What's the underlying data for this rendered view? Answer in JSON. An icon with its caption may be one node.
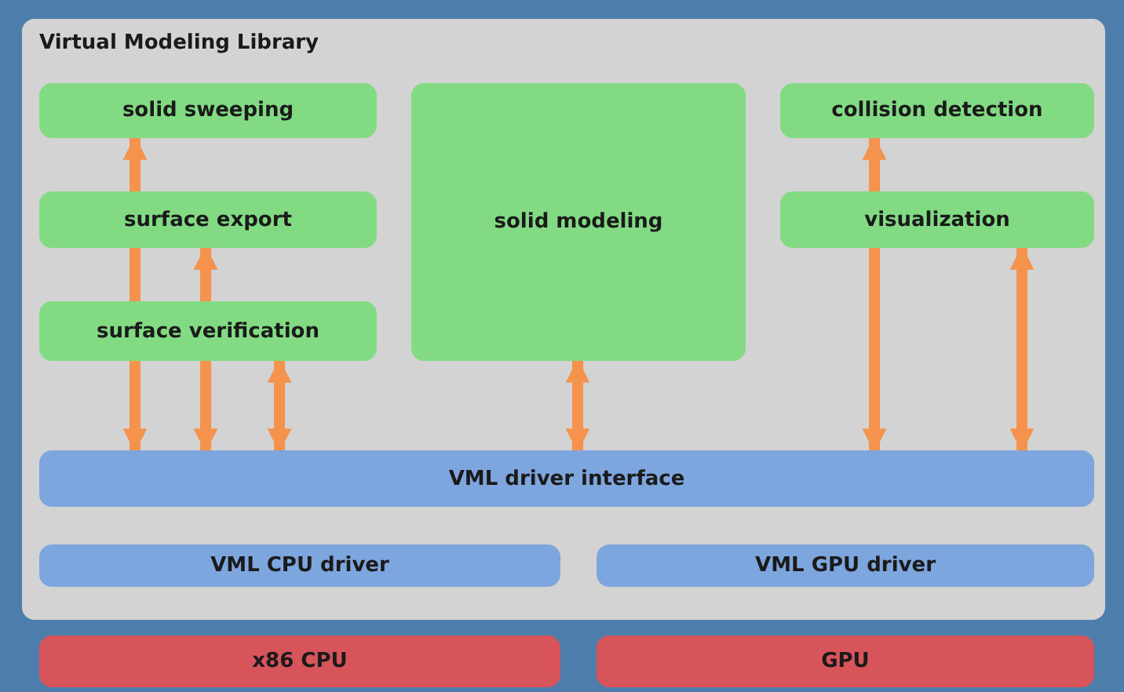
{
  "diagram": {
    "nodes": [
      {
        "text": [
          "Virtual Modeling Library"
        ]
      },
      {
        "text": [
          "solid sweeping"
        ],
        "in": 0
      },
      {
        "text": [
          "surface export"
        ],
        "in": 0
      },
      {
        "text": [
          "surface verification"
        ],
        "in": 0
      },
      {
        "text": [
          "solid modeling"
        ],
        "in": 0
      },
      {
        "text": [
          "collision detection"
        ],
        "in": 0
      },
      {
        "text": [
          "visualization"
        ],
        "in": 0
      },
      {
        "text": [
          "VML driver interface"
        ],
        "in": 0
      },
      {
        "text": [
          "VML CPU driver"
        ],
        "in": 0
      },
      {
        "text": [
          "VML GPU driver"
        ],
        "in": 0
      },
      {
        "text": [
          "x86 CPU"
        ]
      },
      {
        "text": [
          "GPU"
        ]
      }
    ],
    "edges": [
      {
        "from": 2,
        "to": 1,
        "arrow": "to"
      },
      {
        "from": 3,
        "to": 2,
        "arrow": "none"
      },
      {
        "from": 3,
        "to": 7,
        "arrow": "to"
      },
      {
        "from": 3,
        "to": 2,
        "arrow": "to"
      },
      {
        "from": 3,
        "to": 7,
        "arrow": "to"
      },
      {
        "from": 7,
        "to": 3,
        "arrow": "both"
      },
      {
        "from": 4,
        "to": 7,
        "arrow": "both"
      },
      {
        "from": 6,
        "to": 5,
        "arrow": "to"
      },
      {
        "from": 6,
        "to": 7,
        "arrow": "to"
      },
      {
        "from": 7,
        "to": 6,
        "arrow": "both"
      }
    ]
  }
}
